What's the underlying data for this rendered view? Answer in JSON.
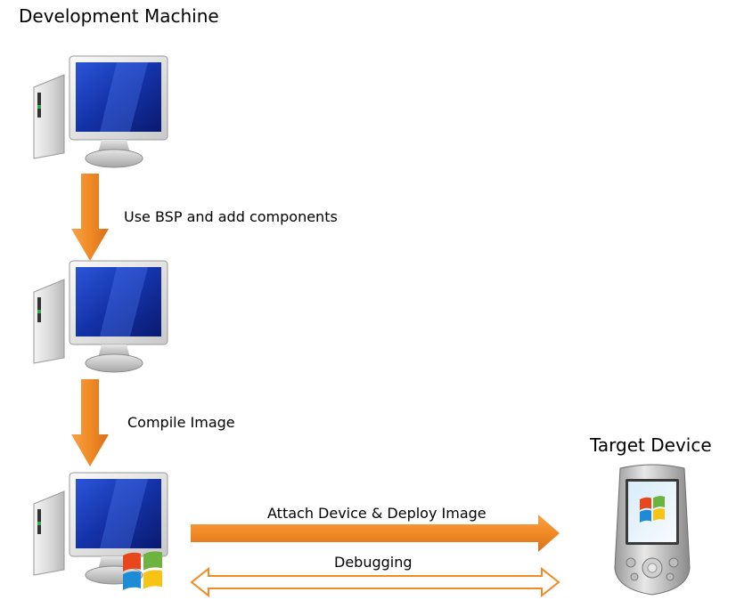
{
  "diagram": {
    "title_left": "Development Machine",
    "title_right": "Target Device",
    "steps": {
      "step1": "Use BSP and add components",
      "step2": "Compile Image",
      "deploy": "Attach Device & Deploy Image",
      "debug": "Debugging"
    },
    "nodes": {
      "dev_machine_1": "computer-icon",
      "dev_machine_2": "computer-icon",
      "dev_machine_3": "computer-icon",
      "target_device": "pda-icon",
      "windows_logo": "windows-logo-icon"
    },
    "colors": {
      "arrow": "#F08A24",
      "screen": "#1A3FB0",
      "windows_red": "#E8471E",
      "windows_green": "#6DB33F",
      "windows_blue": "#1E8BD6",
      "windows_yellow": "#F7C315"
    }
  }
}
